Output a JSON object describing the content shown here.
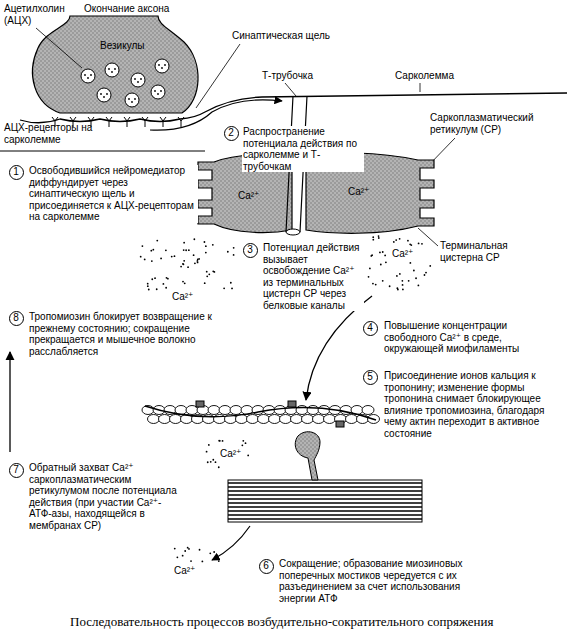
{
  "diagram": {
    "caption": "Последовательность процессов возбудительно-сократительного сопряжения",
    "nodes": [
      {
        "text": [
          "1"
        ]
      },
      {
        "text": [
          "2"
        ]
      },
      {
        "text": [
          "3"
        ]
      },
      {
        "text": [
          "4"
        ]
      },
      {
        "text": [
          "5"
        ]
      },
      {
        "text": [
          "6"
        ]
      },
      {
        "text": [
          "7"
        ]
      },
      {
        "text": [
          "8"
        ]
      }
    ],
    "labels": [
      "Ацетилхолин (АЦХ)",
      "Окончание аксона",
      "Везикулы",
      "Синаптическая щель",
      "Т-трубочка",
      "Сарколемма",
      "АЦХ-рецепторы на сарколемме",
      "Саркоплазматический ретикулум (СР)",
      "Терминальная цистерна СР",
      "Ca²⁺",
      "Ca²⁺",
      "Ca²⁺",
      "Ca²⁺",
      "Ca²⁺",
      "Ca²⁺",
      "Освободившийся нейромедиатор диффундирует через синаптическую щель и присоединяется к АЦХ-рецепторам на сарколемме",
      "Распространение потенциала действия по сарколемме и Т-трубочкам",
      "Потенциал действия вызывает освобождение Ca²⁺ из терминальных цистерн СР через белковые каналы",
      "Повышение концентрации свободного Ca²⁺ в среде, окружающей миофиламенты",
      "Присоединение ионов кальция к тропонину; изменение формы тропонина снимает блокирующее влияние тропомиозина, благодаря чему актин переходит в активное состояние",
      "Сокращение; образование миозиновых поперечных мостиков чередуется с их разъединением за счет использования энергии АТФ",
      "Обратный захват Ca²⁺ саркоплазматическим ретикулумом после потенциала действия (при участии Ca²⁺-АТФ-азы, находящейся в мембранах СР)",
      "Тропомиозин блокирует возвращение к прежнему состоянию; сокращение прекращается и мышечное волокно расслабляется"
    ]
  }
}
